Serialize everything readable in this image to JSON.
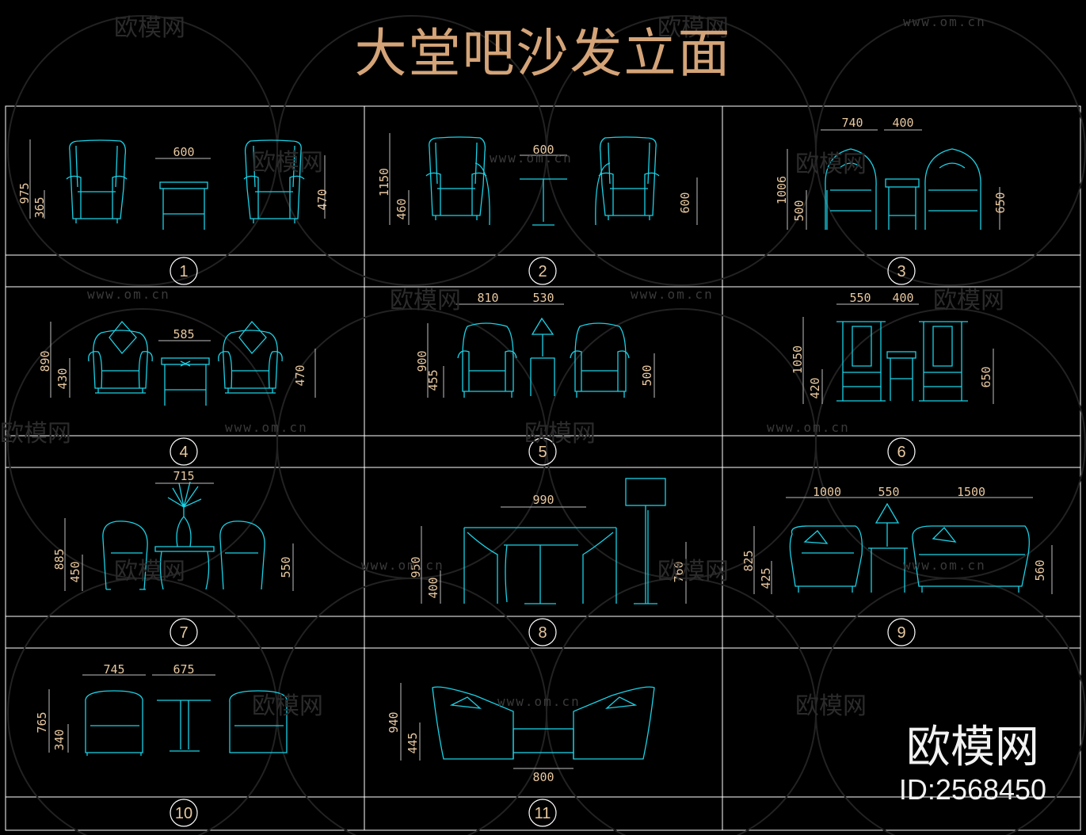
{
  "title": "大堂吧沙发立面",
  "brand": {
    "name": "欧模网",
    "id": "ID:2568450"
  },
  "watermark": {
    "logo": "欧模网",
    "url": "www.om.cn"
  },
  "colors": {
    "background": "#000000",
    "title": "#d4a478",
    "frame": "#ffffff",
    "furniture": "#19d2e6",
    "dimension": "#e8c8a0",
    "watermark": "#2b2b2b"
  },
  "panels": [
    {
      "number": "1",
      "dims": [
        "975",
        "365",
        "600",
        "470"
      ]
    },
    {
      "number": "2",
      "dims": [
        "1150",
        "460",
        "600",
        "600"
      ]
    },
    {
      "number": "3",
      "dims": [
        "740",
        "400",
        "1006",
        "500",
        "650"
      ]
    },
    {
      "number": "4",
      "dims": [
        "890",
        "430",
        "585",
        "470"
      ]
    },
    {
      "number": "5",
      "dims": [
        "810",
        "530",
        "900",
        "455",
        "500"
      ]
    },
    {
      "number": "6",
      "dims": [
        "550",
        "400",
        "1050",
        "420",
        "650"
      ]
    },
    {
      "number": "7",
      "dims": [
        "715",
        "885",
        "450",
        "550"
      ]
    },
    {
      "number": "8",
      "dims": [
        "990",
        "950",
        "400",
        "760"
      ]
    },
    {
      "number": "9",
      "dims": [
        "1000",
        "550",
        "1500",
        "825",
        "425",
        "560"
      ]
    },
    {
      "number": "10",
      "dims": [
        "745",
        "675",
        "765",
        "340"
      ]
    },
    {
      "number": "11",
      "dims": [
        "940",
        "445",
        "800"
      ]
    }
  ]
}
